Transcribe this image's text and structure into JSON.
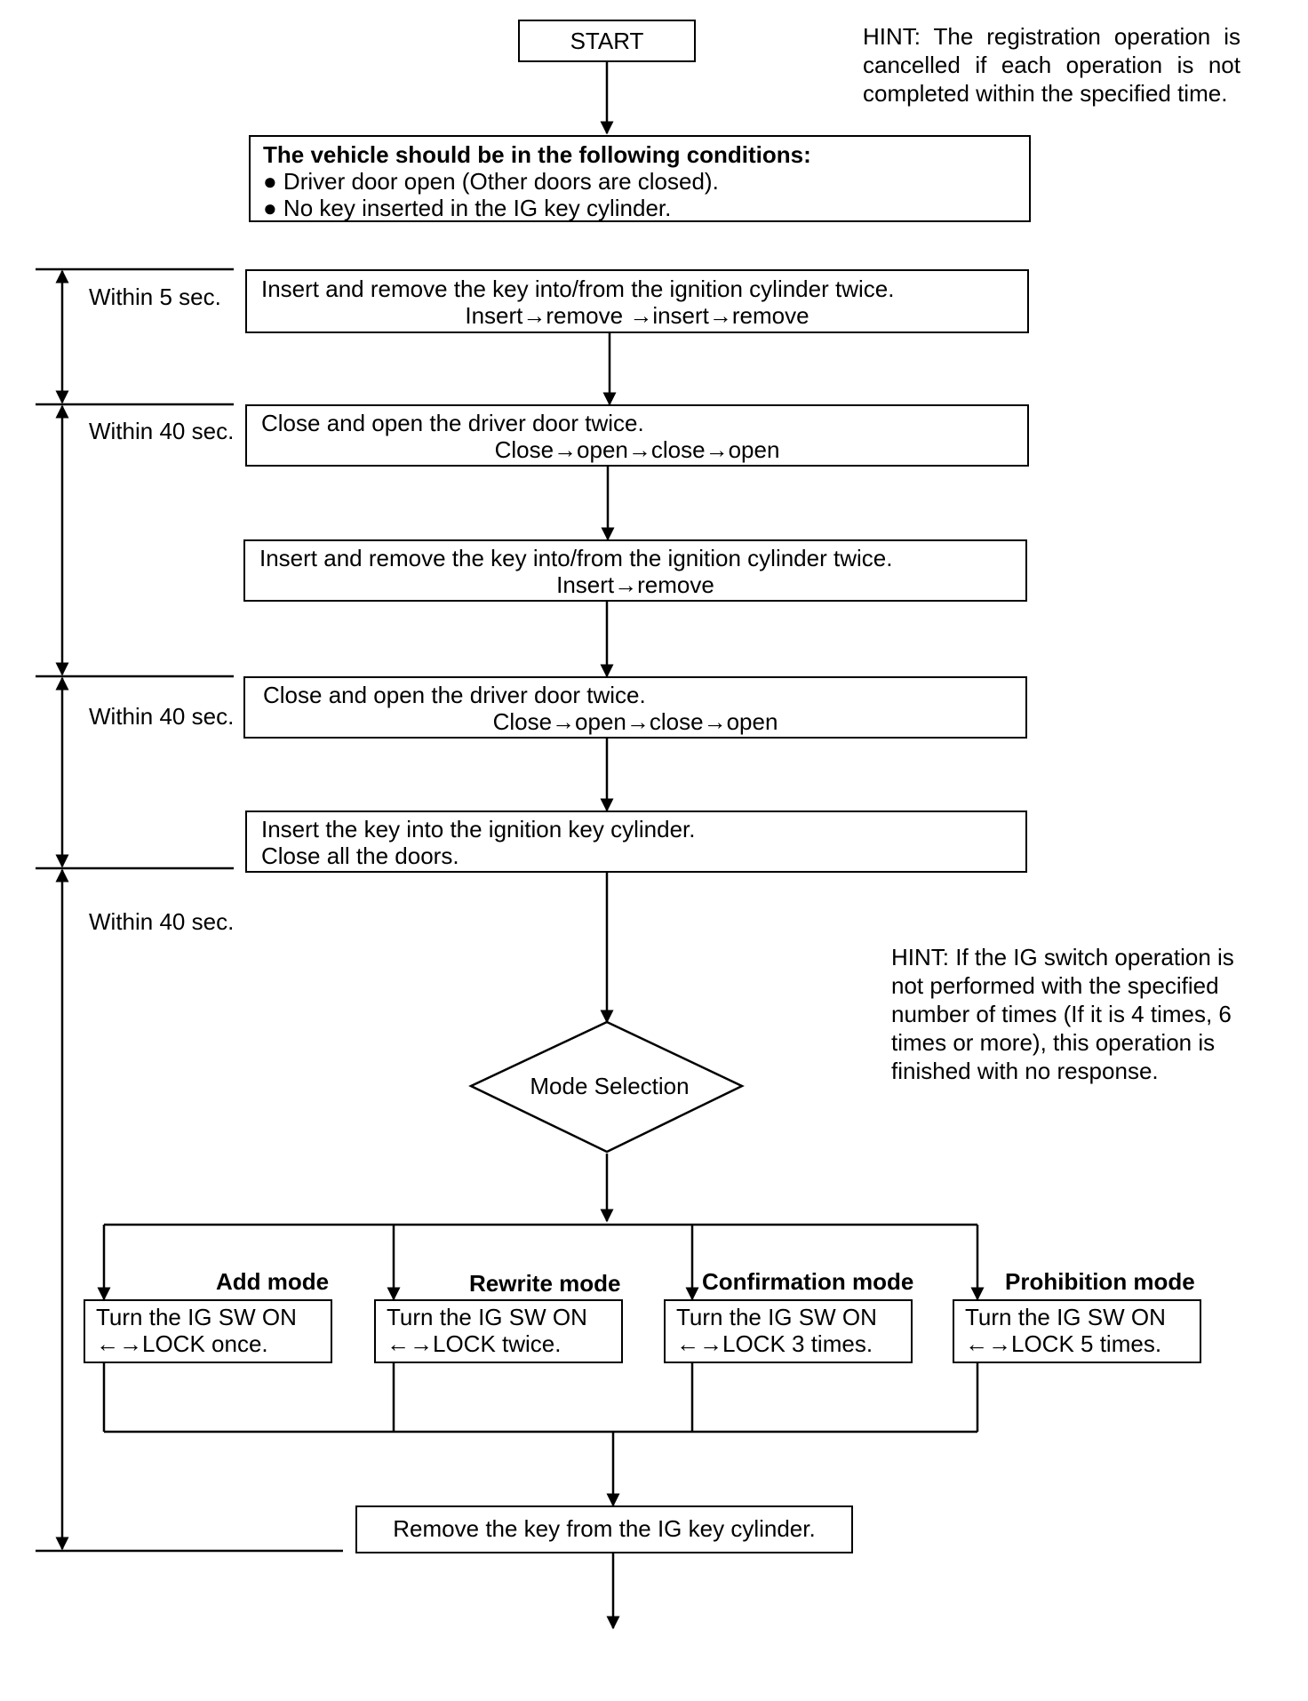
{
  "start": "START",
  "hint_top": "HINT: The registration operation is cancelled if each operation is not completed within the specified time.",
  "conditions": {
    "title": "The vehicle should be in the following conditions:",
    "items": [
      "● Driver door open (Other doors are closed).",
      "● No key inserted in the IG key cylinder."
    ]
  },
  "timing": {
    "t1": "Within 5 sec.",
    "t2": "Within 40 sec.",
    "t3": "Within 40 sec.",
    "t4": "Within 40 sec."
  },
  "steps": [
    {
      "line1": "Insert and remove the key into/from the ignition cylinder twice.",
      "line2": "Insert→remove →insert→remove"
    },
    {
      "line1": "Close and open the driver door twice.",
      "line2": "Close→open→close→open"
    },
    {
      "line1": "Insert and remove the key into/from the ignition cylinder twice.",
      "line2": "Insert→remove"
    },
    {
      "line1": "Close and open the driver door twice.",
      "line2": "Close→open→close→open"
    },
    {
      "line1": "Insert the key into the ignition key cylinder.",
      "line2": "Close all the doors."
    }
  ],
  "hint_mode": "HINT: If the IG switch operation is not performed with the specified number of times (If it is 4 times, 6 times or more), this operation is finished with no response.",
  "decision": "Mode Selection",
  "modes": [
    {
      "title": "Add mode",
      "line1": "Turn the IG SW ON",
      "line2": "←→LOCK once."
    },
    {
      "title": "Rewrite mode",
      "line1": "Turn the IG SW ON",
      "line2": "←→LOCK twice."
    },
    {
      "title": "Confirmation mode",
      "line1": "Turn the IG SW ON",
      "line2": "←→LOCK 3 times."
    },
    {
      "title": "Prohibition mode",
      "line1": "Turn the IG SW ON",
      "line2": "←→LOCK 5 times."
    }
  ],
  "final_step": "Remove the key from the IG key cylinder."
}
